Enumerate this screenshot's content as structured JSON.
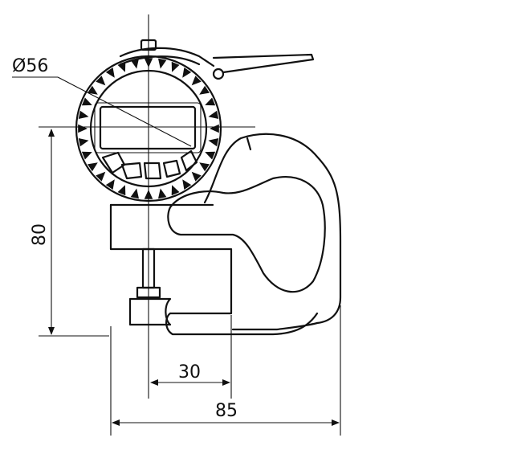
{
  "dimensions": {
    "dial_diameter": "Ø56",
    "height": "80",
    "throat_depth": "30",
    "overall_width": "85"
  },
  "colors": {
    "line": "#111111",
    "background": "#ffffff"
  }
}
